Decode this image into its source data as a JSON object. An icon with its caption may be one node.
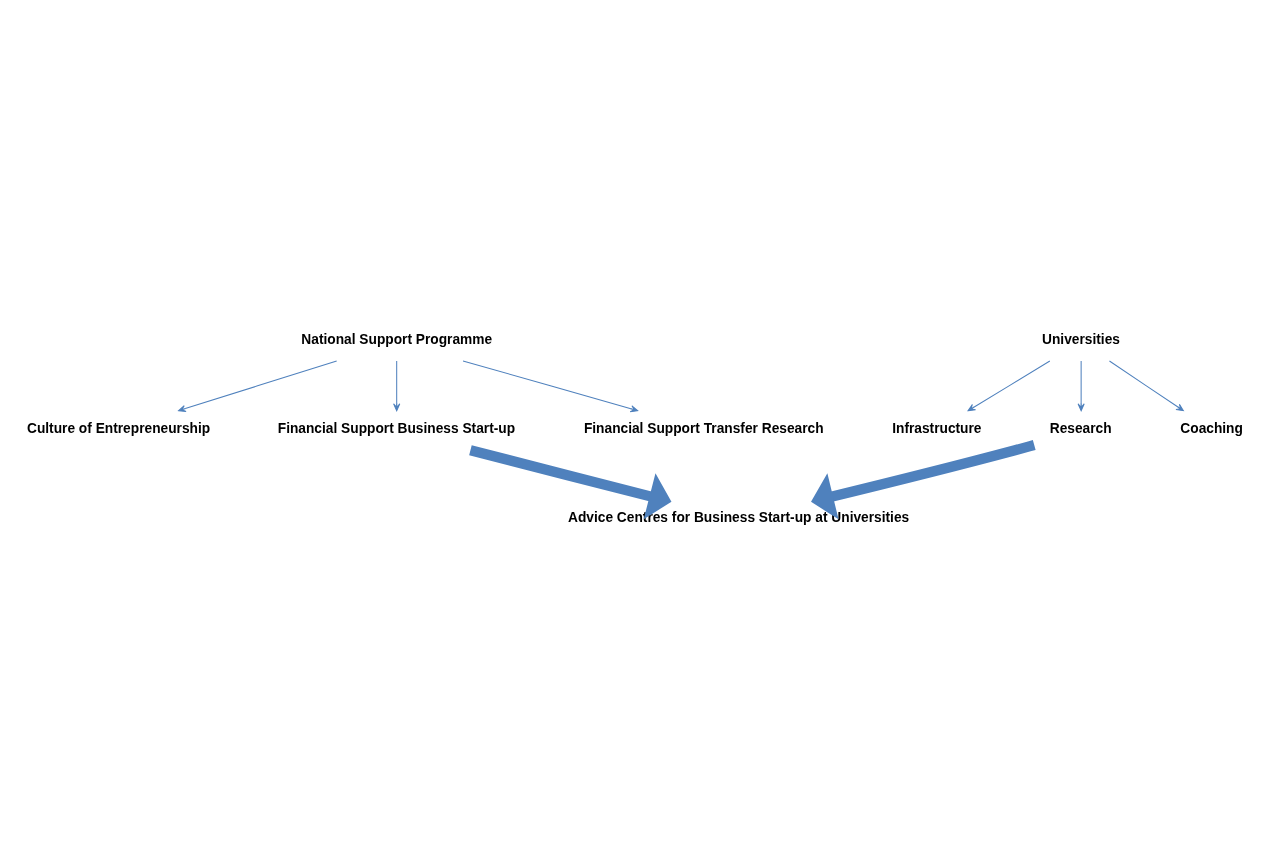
{
  "diagram": {
    "nodes": [
      {
        "text": [
          "National Support Programme"
        ]
      },
      {
        "text": [
          "Culture of Entrepreneurship"
        ]
      },
      {
        "text": [
          "Financial Support Business Start-up"
        ]
      },
      {
        "text": [
          "Financial Support Transfer Research"
        ]
      },
      {
        "text": [
          "Advice Centres for Business Start-up at Universities"
        ]
      },
      {
        "text": [
          "Infrastructure"
        ]
      },
      {
        "text": [
          "Research"
        ]
      },
      {
        "text": [
          "Coaching"
        ]
      },
      {
        "text": [
          "Universities"
        ]
      }
    ],
    "edges": [
      {
        "from": 0,
        "to": 1,
        "arrow": "to"
      },
      {
        "from": 0,
        "to": 2,
        "arrow": "to"
      },
      {
        "from": 0,
        "to": 3,
        "arrow": "to"
      },
      {
        "from": 2,
        "to": 4,
        "arrow": "to",
        "style": "thick"
      },
      {
        "from": 6,
        "to": 4,
        "arrow": "to",
        "style": "thick"
      },
      {
        "from": 8,
        "to": 5,
        "arrow": "to"
      },
      {
        "from": 8,
        "to": 6,
        "arrow": "to"
      },
      {
        "from": 8,
        "to": 7,
        "arrow": "to"
      }
    ]
  }
}
